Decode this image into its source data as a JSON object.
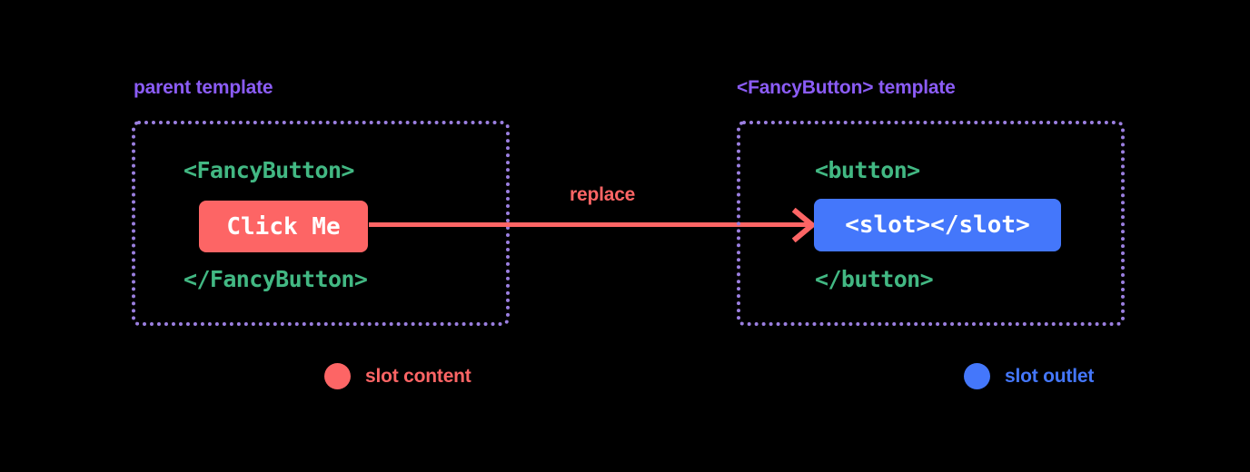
{
  "diagram": {
    "background_color": "#000000",
    "title_color": "#8b5cf6",
    "code_color": "#42b883",
    "slot_content_color": "#fd6565",
    "slot_outlet_color": "#4477fb",
    "panels": {
      "left": {
        "title": "parent template",
        "open_tag": "<FancyButton>",
        "chip_text": "Click Me",
        "close_tag": "</FancyButton>"
      },
      "right": {
        "title": "<FancyButton> template",
        "open_tag": "<button>",
        "chip_text": "<slot></slot>",
        "close_tag": "</button>"
      }
    },
    "arrow": {
      "label": "replace",
      "direction": "left-to-right",
      "color": "#fd6565"
    },
    "legend": [
      {
        "label": "slot content",
        "color": "#fd6565"
      },
      {
        "label": "slot outlet",
        "color": "#4477fb"
      }
    ]
  }
}
